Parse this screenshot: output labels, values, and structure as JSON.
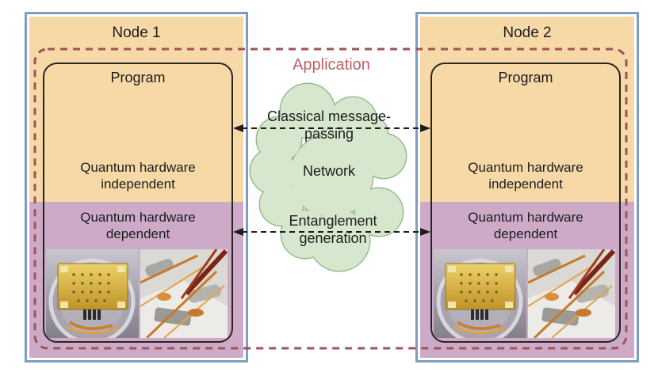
{
  "application": {
    "label": "Application"
  },
  "network": {
    "classical_label": "Classical message-passing",
    "cloud_label": "Network",
    "entanglement_label": "Entanglement generation"
  },
  "nodes": [
    {
      "title": "Node 1",
      "program_label": "Program",
      "hw_independent_label": "Quantum hardware independent",
      "hw_dependent_label": "Quantum hardware dependent",
      "photos": [
        {
          "name": "gold-chip-mount-photo"
        },
        {
          "name": "optical-bench-photo"
        }
      ]
    },
    {
      "title": "Node 2",
      "program_label": "Program",
      "hw_independent_label": "Quantum hardware independent",
      "hw_dependent_label": "Quantum hardware dependent",
      "photos": [
        {
          "name": "gold-chip-mount-photo"
        },
        {
          "name": "optical-bench-photo"
        }
      ]
    }
  ],
  "colors": {
    "node_border": "#7f9dc3",
    "hw_independent_fill": "#f6d9a6",
    "hw_dependent_fill": "#cdabc8",
    "program_border": "#2a2520",
    "cloud_fill": "#d6e7ce",
    "cloud_border": "#9cbc94",
    "application_boundary_dash": "#a05456",
    "application_text": "#c05f68",
    "arrow_color": "#1c1c1c"
  }
}
